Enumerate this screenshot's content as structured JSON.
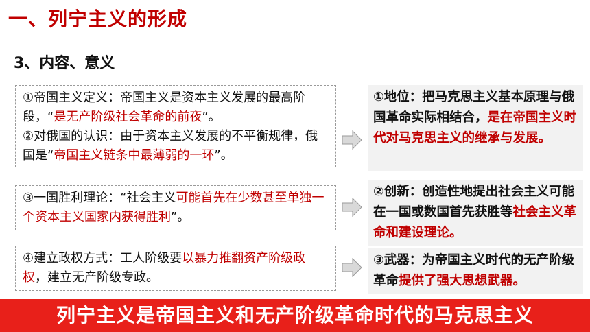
{
  "title": "一、列宁主义的形成",
  "subtitle": "3、内容、意义",
  "left": {
    "box1": {
      "p1a": "①帝国主义定义：帝国主义是资本主义发展的最高阶段，“",
      "p1b": "是无产阶级社会革命的前夜",
      "p1c": "”。",
      "p2a": "②对俄国的认识：由于资本主义发展的不平衡规律，俄国是“",
      "p2b": "帝国主义链条中最薄弱的一环",
      "p2c": "”。"
    },
    "box2": {
      "a": "③一国胜利理论：“社会主义",
      "b": "可能首先在少数甚至单独一个资本主义国家内获得胜利",
      "c": "”。"
    },
    "box3": {
      "a": "④建立政权方式：工人阶级要",
      "b": "以暴力推翻资产阶级政权",
      "c": "，建立无产阶级专政。"
    }
  },
  "right": {
    "box1": {
      "a": "①地位：把马克思主义基本原理与俄国革命实际相结合，",
      "b": "是在帝国主义时代对马克思主义的继承与发展。"
    },
    "box2": {
      "a": "②创新：创造性地提出社会主义可能在一国或数国首先获胜等",
      "b": "社会主义革命和建设理论。"
    },
    "box3": {
      "a": "③武器：为帝国主义时代的无产阶级革命",
      "b": "提供了强大思想武器。"
    }
  },
  "banner": "列宁主义是帝国主义和无产阶级革命时代的马克思主义",
  "colors": {
    "accent": "#c00000",
    "banner_bg": "#e8201a",
    "right_bg": "#f2f2f2"
  }
}
